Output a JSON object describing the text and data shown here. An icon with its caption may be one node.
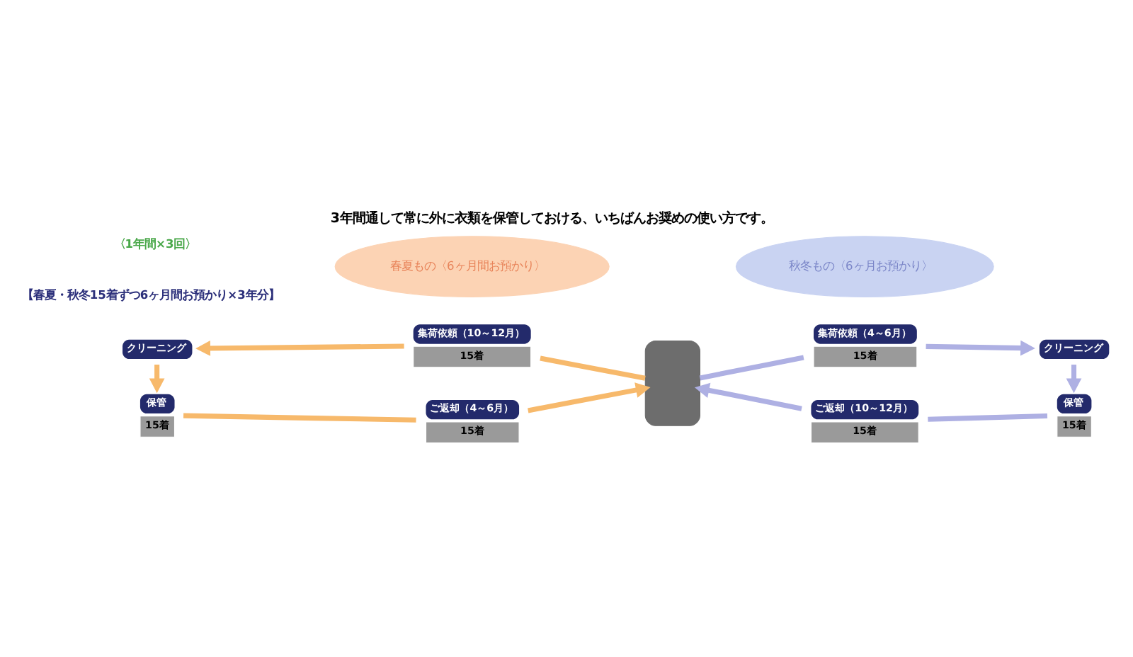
{
  "diagram": {
    "title": "3年間通して常に外に衣類を保管しておける、いちばんお奨めの使い方です。",
    "nodes": [
      {
        "text": [
          "保管",
          "15着"
        ]
      },
      {
        "text": [
          "ご返却（4～6月）",
          "15着"
        ]
      },
      {
        "text": [
          "集荷依頼（4～6月）",
          "15着"
        ]
      },
      {
        "text": [
          "クリーニング"
        ]
      },
      {
        "text": [
          "春夏もの〈6ヶ月間お預かり〉"
        ]
      },
      {
        "text": [],
        "shape": "person"
      },
      {
        "text": [
          "秋冬もの〈6ヶ月お預かり〉"
        ]
      },
      {
        "text": [
          "クリーニング"
        ]
      },
      {
        "text": [
          "保管",
          "15着"
        ]
      },
      {
        "text": [
          "集荷依頼（10～12月）",
          "15着"
        ]
      },
      {
        "text": [
          "ご返却（10～12月）",
          "15着"
        ]
      }
    ],
    "edges": [
      {
        "from": 1,
        "to": 5,
        "arrow": "to",
        "color": "#f7b96b"
      },
      {
        "from": 5,
        "to": 9,
        "arrow": "none",
        "color": "#f7b96b"
      },
      {
        "from": 9,
        "to": 7,
        "arrow": "to",
        "color": "#f7b96b"
      },
      {
        "from": 7,
        "to": 0,
        "arrow": "to",
        "color": "#f7b96b"
      },
      {
        "from": 0,
        "to": 1,
        "arrow": "none",
        "color": "#f7b96b"
      },
      {
        "from": 5,
        "to": 2,
        "arrow": "none",
        "color": "#aeb0e3"
      },
      {
        "from": 2,
        "to": 3,
        "arrow": "to",
        "color": "#aeb0e3"
      },
      {
        "from": 3,
        "to": 8,
        "arrow": "to",
        "color": "#aeb0e3"
      },
      {
        "from": 8,
        "to": 10,
        "arrow": "none",
        "color": "#aeb0e3"
      },
      {
        "from": 10,
        "to": 5,
        "arrow": "to",
        "color": "#aeb0e3"
      }
    ],
    "labels": [
      "【春夏・秋冬15着ずつ6ヶ月間お預かり×3年分】",
      "〈1年間×3回〉"
    ]
  }
}
